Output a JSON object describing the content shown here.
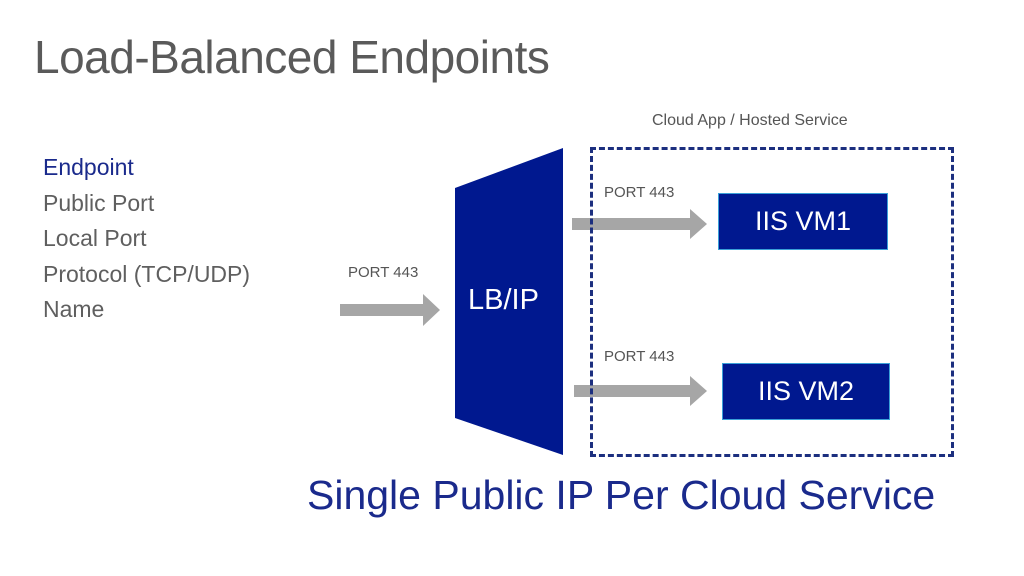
{
  "title": "Load-Balanced Endpoints",
  "endpoint_properties": {
    "heading": "Endpoint",
    "items": [
      "Public Port",
      "Local Port",
      "Protocol (TCP/UDP)",
      "Name"
    ]
  },
  "incoming": {
    "port_label": "PORT 443"
  },
  "load_balancer": {
    "label": "LB/IP"
  },
  "cloud_service": {
    "label": "Cloud App / Hosted Service",
    "vms": [
      {
        "name": "IIS VM1",
        "port_label": "PORT 443"
      },
      {
        "name": "IIS VM2",
        "port_label": "PORT 443"
      }
    ]
  },
  "footer": "Single Public IP Per Cloud Service",
  "colors": {
    "navy": "#00188f",
    "heading_blue": "#1a2a8c",
    "arrow_gray": "#a6a6a6",
    "dashed_border": "#1c2f7f"
  }
}
